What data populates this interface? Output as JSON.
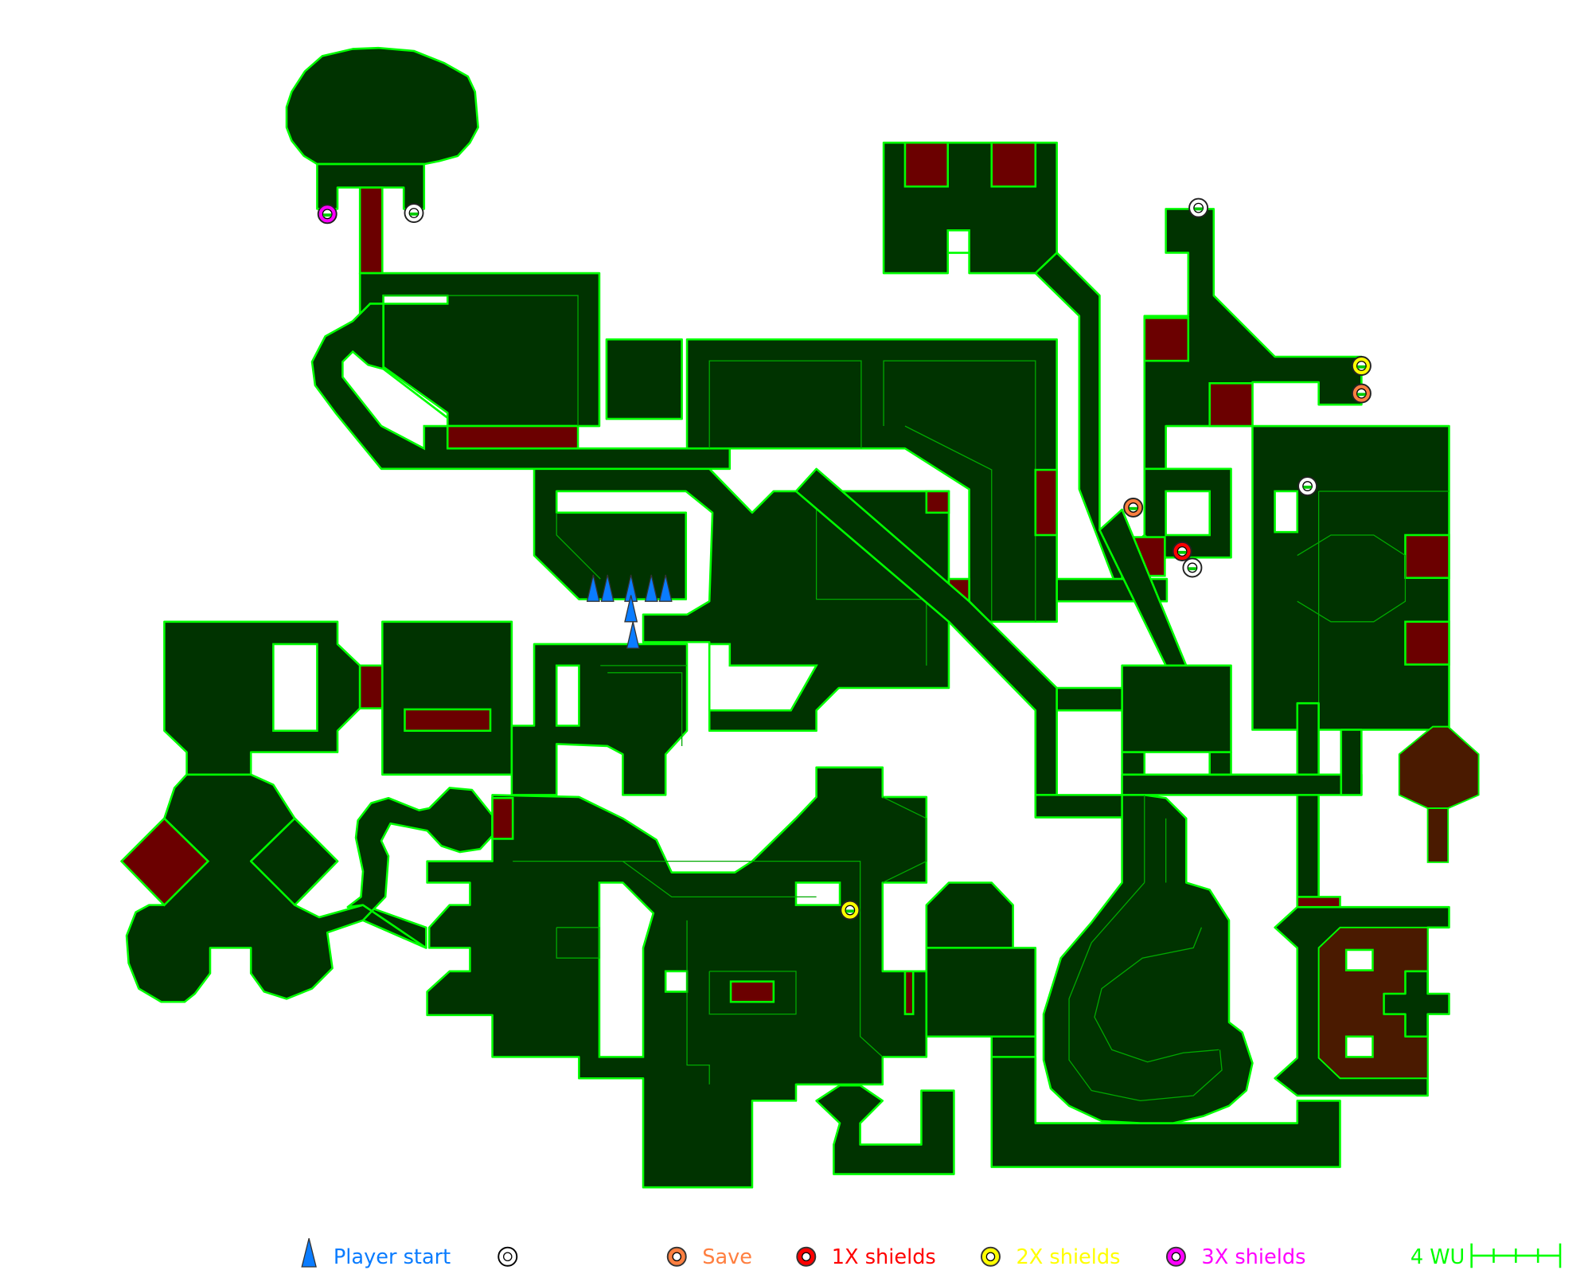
{
  "colors": {
    "floor": "#003300",
    "wall": "#00ff00",
    "hazard": "#6b0000",
    "player_start": "#0a7cff",
    "generic_item": "#ffffff",
    "save": "#ff7f40",
    "shields_1x": "#ff0000",
    "shields_2x": "#ffff00",
    "shields_3x": "#ff00ff",
    "scale": "#00ff00"
  },
  "legend": {
    "player_start": "Player start",
    "generic_item": "",
    "save": "Save",
    "shields_1x": "1X shields",
    "shields_2x": "2X shields",
    "shields_3x": "3X shields",
    "scale_label": "4 WU",
    "scale_units": 4
  },
  "items": [
    {
      "type": "shields_3x"
    },
    {
      "type": "generic_item"
    },
    {
      "type": "generic_item"
    },
    {
      "type": "shields_2x"
    },
    {
      "type": "save"
    },
    {
      "type": "generic_item"
    },
    {
      "type": "save"
    },
    {
      "type": "shields_1x"
    },
    {
      "type": "generic_item"
    },
    {
      "type": "shields_2x"
    }
  ],
  "player_start_count": 7
}
